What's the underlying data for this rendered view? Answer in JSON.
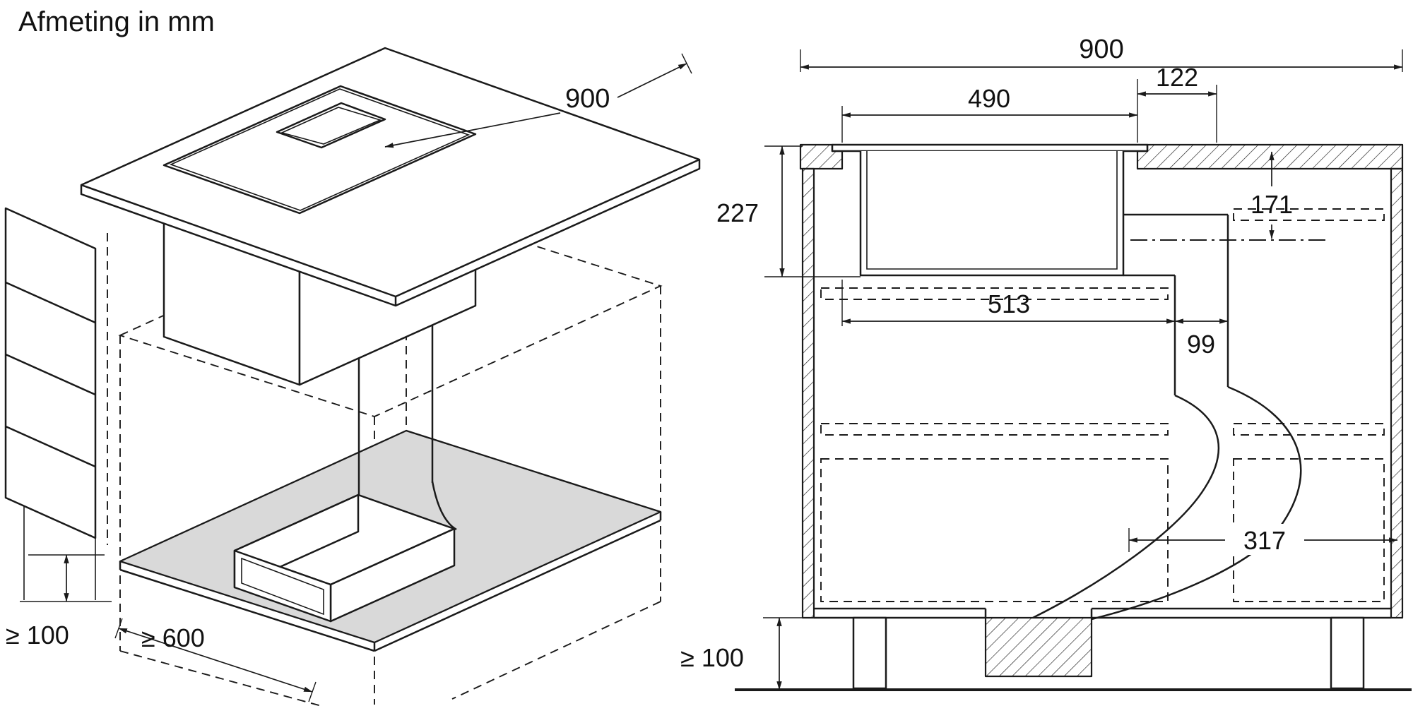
{
  "title": "Afmeting in mm",
  "colors": {
    "line": "#1a1a1a",
    "shelf_fill": "#d9d9d9",
    "background": "#ffffff"
  },
  "left_view": {
    "description": "isometric installation view",
    "dims": {
      "width_900": "900",
      "plinth_min": "≥ 100",
      "depth_min": "≥ 600"
    }
  },
  "right_view": {
    "description": "cross-section installation view",
    "dims": {
      "width_900": "900",
      "offset_122": "122",
      "cutout_490": "490",
      "depth_227": "227",
      "axis_171": "171",
      "clear_513": "513",
      "duct_99": "99",
      "bend_317": "317",
      "plinth_min": "≥ 100"
    }
  }
}
